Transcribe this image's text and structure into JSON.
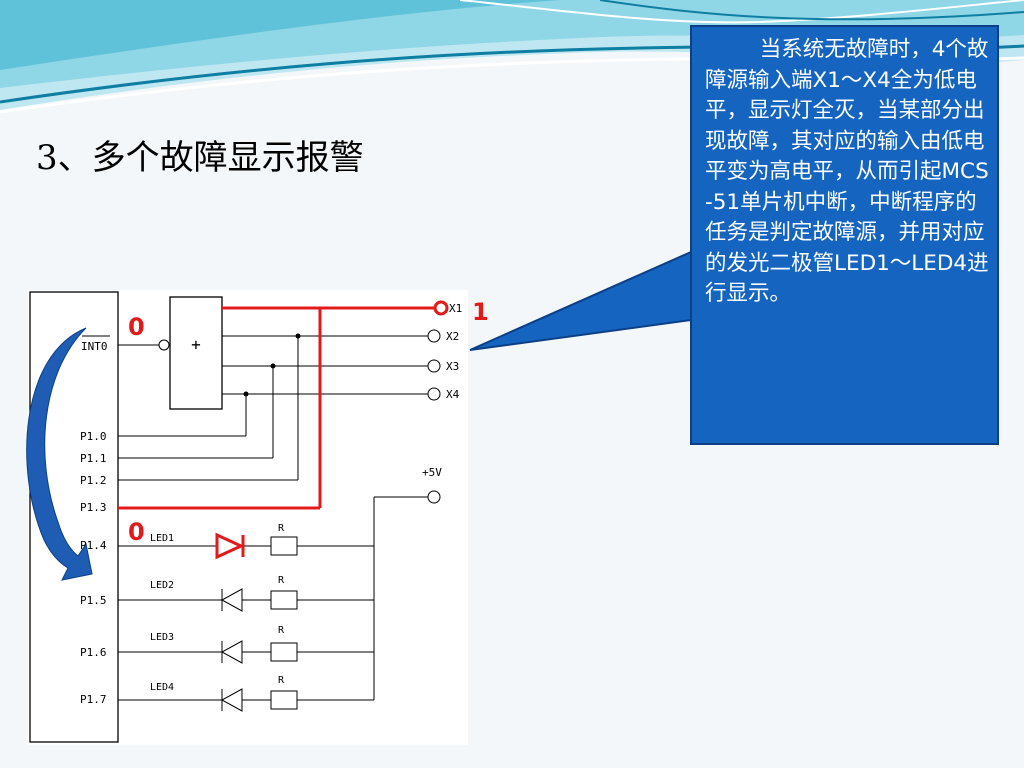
{
  "slide": {
    "title": "3、多个故障显示报警"
  },
  "callout": {
    "text": "        当系统无故障时，4个故障源输入端X1～X4全为低电平，显示灯全灭，当某部分出现故障，其对应的输入由低电平变为高电平，从而引起MCS-51单片机中断，中断程序的任务是判定故障源，并用对应的发光二极管LED1～LED4进行显示。"
  },
  "circuit": {
    "int_pin": "INT0",
    "gate_symbol": "+",
    "port_pins": [
      "P1.0",
      "P1.1",
      "P1.2",
      "P1.3",
      "P1.4",
      "P1.5",
      "P1.6",
      "P1.7"
    ],
    "inputs": [
      "X1",
      "X2",
      "X3",
      "X4"
    ],
    "supply": "+5V",
    "leds": [
      "LED1",
      "LED2",
      "LED3",
      "LED4"
    ],
    "resistor_label": "R",
    "state_labels": {
      "x1_high": "1",
      "int0_low": "0",
      "led1_low": "0"
    }
  },
  "colors": {
    "callout_bg": "#1565c0",
    "highlight": "#e21a1a",
    "arrow": "#1e5db3",
    "wave_light": "#8fd6e6",
    "wave_dark": "#0e7ea3"
  }
}
